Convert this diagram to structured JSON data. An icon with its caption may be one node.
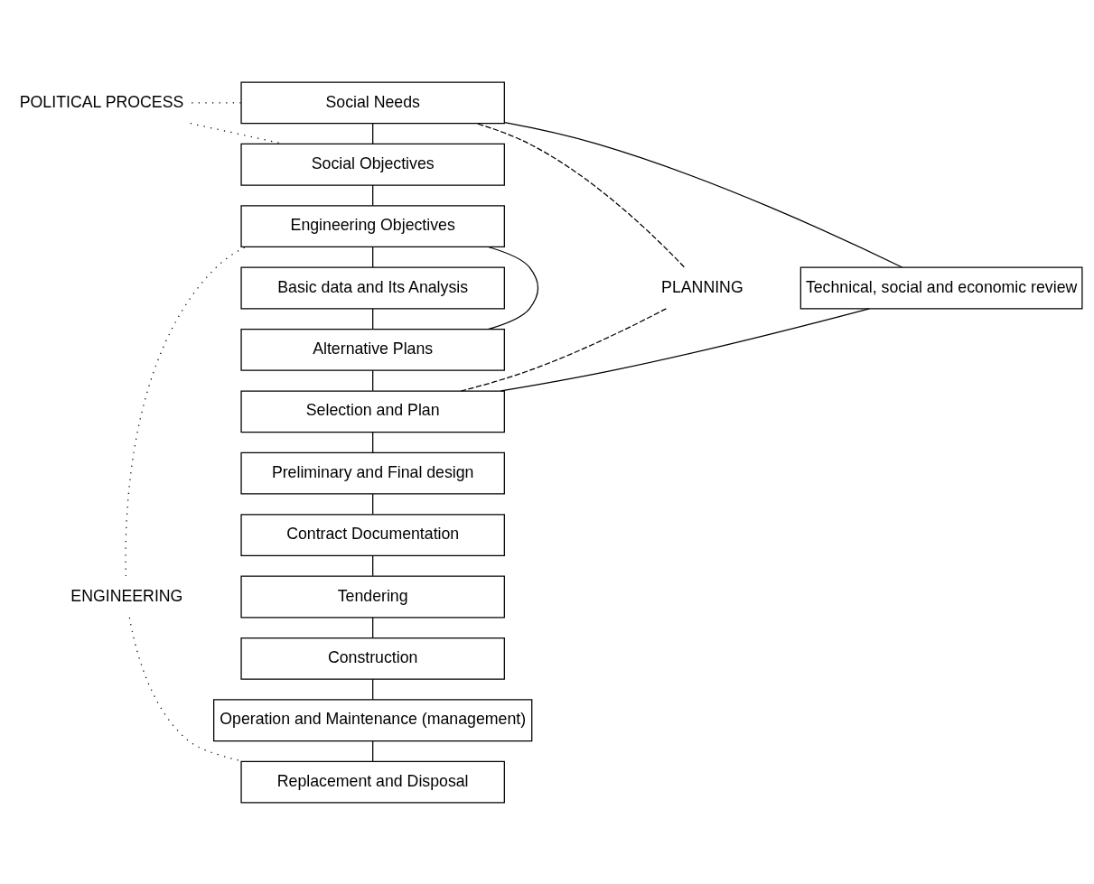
{
  "diagram": {
    "nodes": [
      {
        "text": [
          "Social Needs"
        ]
      },
      {
        "text": [
          "Social Objectives"
        ]
      },
      {
        "text": [
          "Engineering Objectives"
        ]
      },
      {
        "text": [
          "Basic data and Its Analysis"
        ]
      },
      {
        "text": [
          "Alternative Plans"
        ]
      },
      {
        "text": [
          "Selection and Plan"
        ]
      },
      {
        "text": [
          "Preliminary and Final design"
        ]
      },
      {
        "text": [
          "Contract Documentation"
        ]
      },
      {
        "text": [
          "Tendering"
        ]
      },
      {
        "text": [
          "Construction"
        ]
      },
      {
        "text": [
          "Operation and Maintenance (management)"
        ]
      },
      {
        "text": [
          "Replacement and Disposal"
        ]
      },
      {
        "text": [
          "Technical, social and economic review"
        ]
      },
      {
        "text": [
          "POLITICAL PROCESS"
        ]
      },
      {
        "text": [
          "PLANNING"
        ]
      },
      {
        "text": [
          "ENGINEERING"
        ]
      }
    ],
    "edges": [
      {
        "from": 0,
        "to": 1,
        "arrow": "none"
      },
      {
        "from": 1,
        "to": 2,
        "arrow": "none"
      },
      {
        "from": 2,
        "to": 3,
        "arrow": "none"
      },
      {
        "from": 3,
        "to": 4,
        "arrow": "none"
      },
      {
        "from": 4,
        "to": 5,
        "arrow": "none"
      },
      {
        "from": 5,
        "to": 6,
        "arrow": "none"
      },
      {
        "from": 6,
        "to": 7,
        "arrow": "none"
      },
      {
        "from": 7,
        "to": 8,
        "arrow": "none"
      },
      {
        "from": 8,
        "to": 9,
        "arrow": "none"
      },
      {
        "from": 9,
        "to": 10,
        "arrow": "none"
      },
      {
        "from": 10,
        "to": 11,
        "arrow": "none"
      },
      {
        "from": 2,
        "to": 4,
        "arrow": "none"
      },
      {
        "from": 0,
        "to": 12,
        "arrow": "none"
      },
      {
        "from": 12,
        "to": 5,
        "arrow": "none"
      },
      {
        "from": 13,
        "to": 0,
        "arrow": "none",
        "style": "dashed"
      },
      {
        "from": 13,
        "to": 1,
        "arrow": "none",
        "style": "dashed"
      },
      {
        "from": 14,
        "to": 0,
        "arrow": "none",
        "style": "dashed"
      },
      {
        "from": 14,
        "to": 5,
        "arrow": "none",
        "style": "dashed"
      },
      {
        "from": 15,
        "to": 2,
        "arrow": "none",
        "style": "dashed"
      },
      {
        "from": 15,
        "to": 11,
        "arrow": "none",
        "style": "dashed"
      }
    ]
  }
}
